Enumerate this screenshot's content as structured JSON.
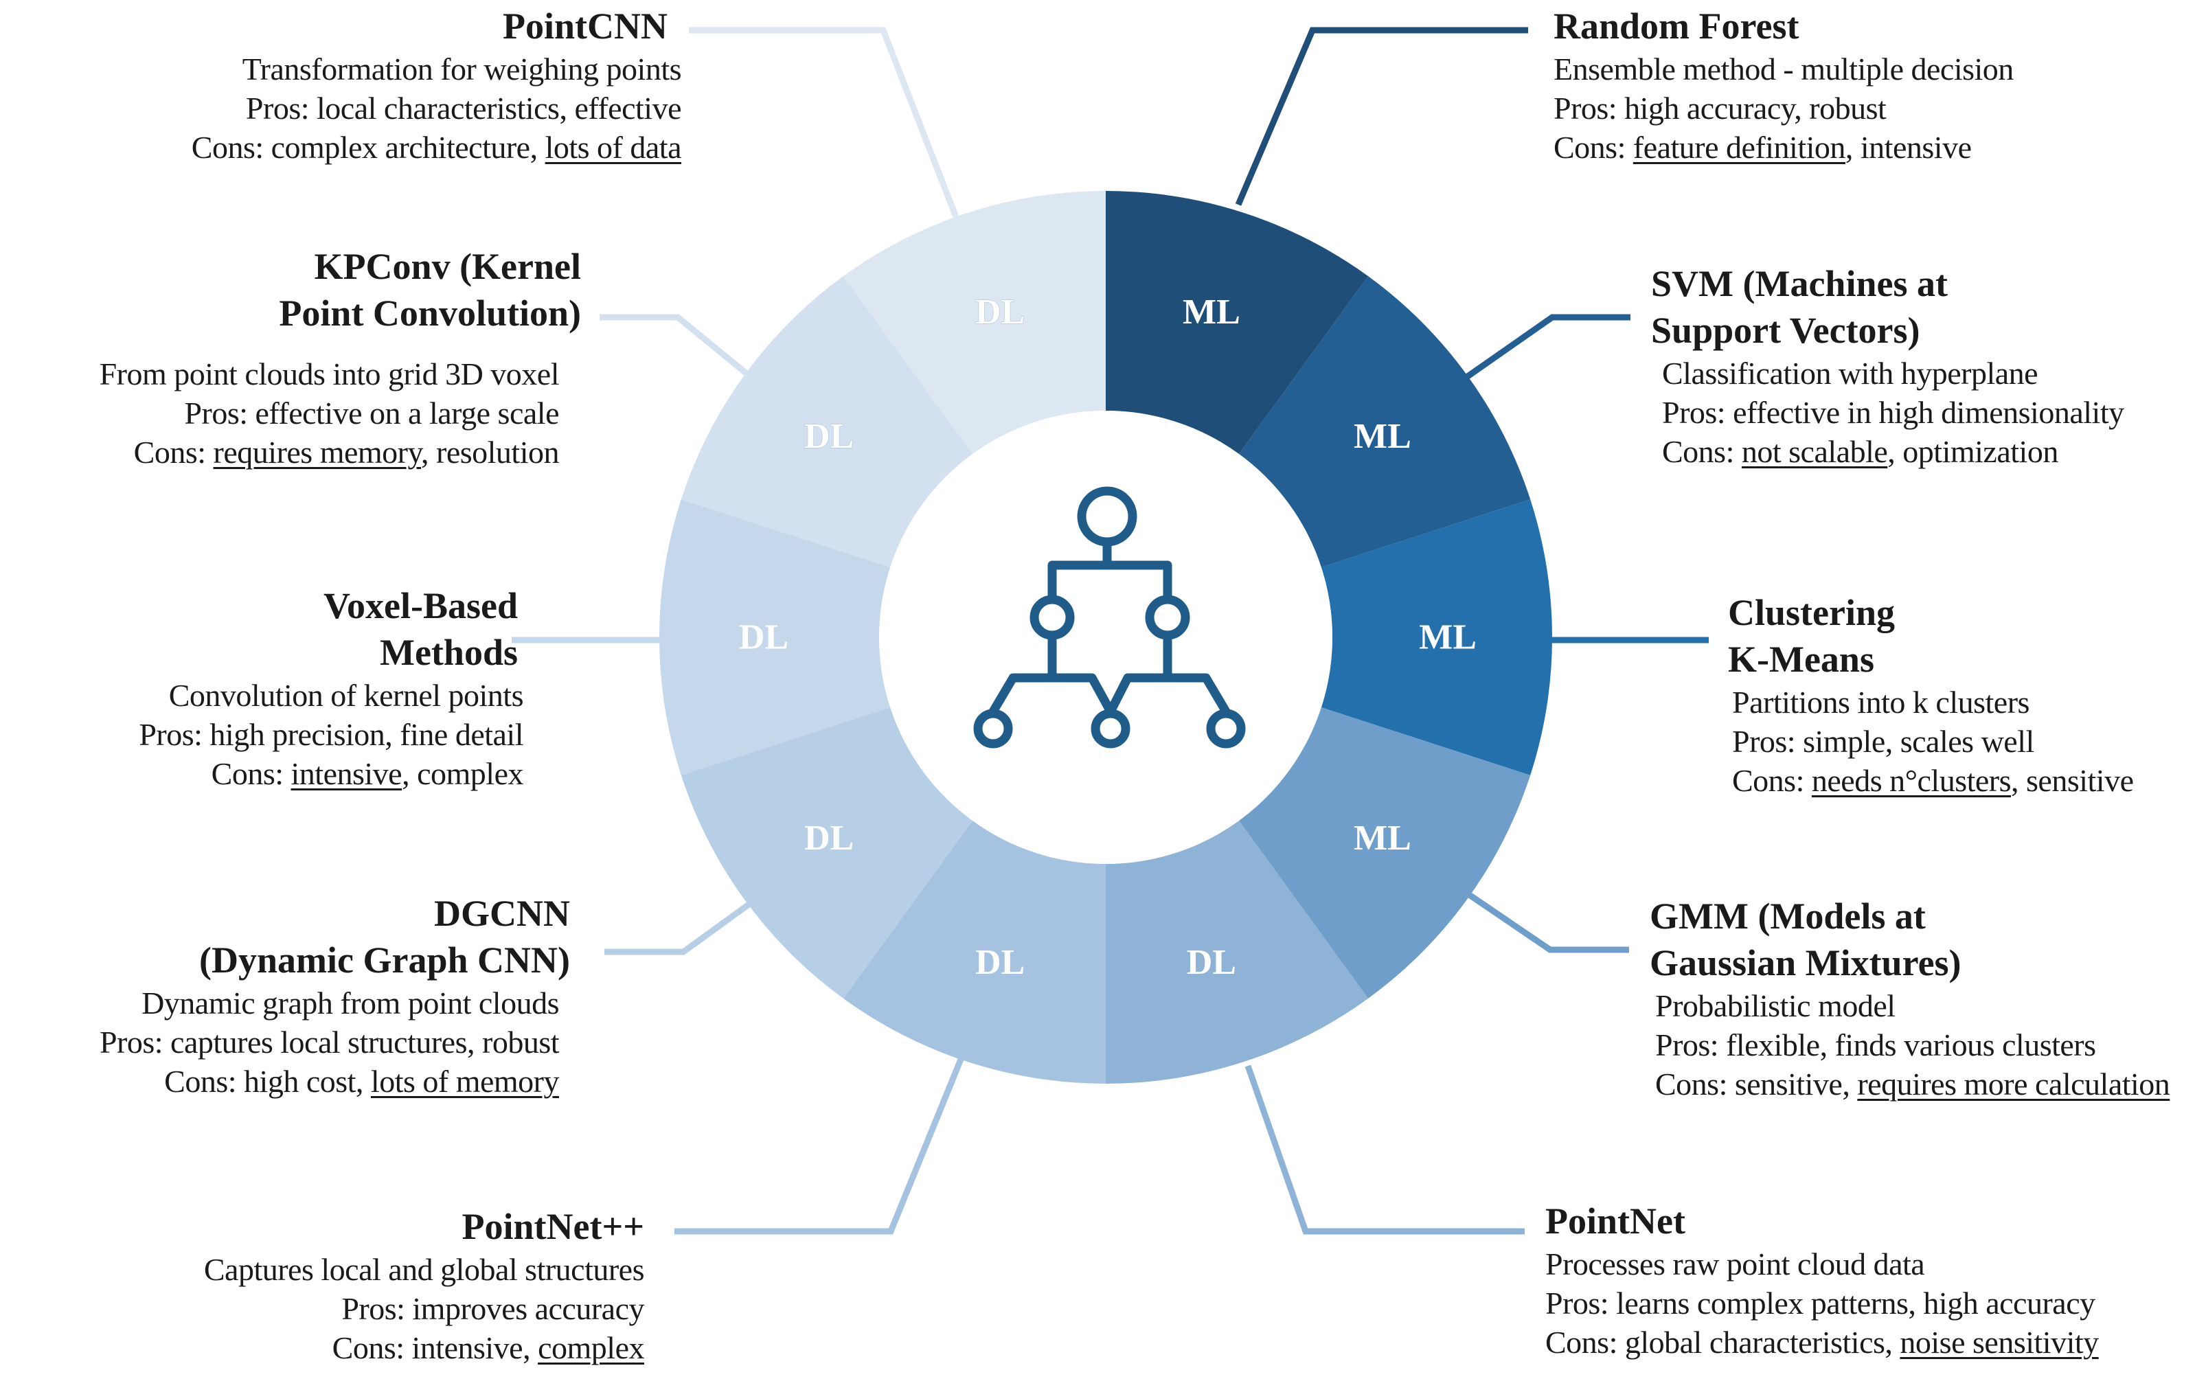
{
  "colors": {
    "ml_1": "#1f4e79",
    "ml_2": "#245f94",
    "ml_3": "#2470ad",
    "ml_4": "#6f9ecb",
    "dl_1": "#8eb3d7",
    "dl_2": "#a5c3e0",
    "dl_3": "#b6cfe6",
    "dl_4": "#c5d7ea",
    "dl_5": "#d2e0ef",
    "dl_6": "#dde7f2",
    "center_icon": "#1f5c8a",
    "background": "#ffffff"
  },
  "center": {
    "icon": "hierarchy-network-icon"
  },
  "segments": [
    {
      "label": "ML",
      "color_key": "ml_1"
    },
    {
      "label": "ML",
      "color_key": "ml_2"
    },
    {
      "label": "ML",
      "color_key": "ml_3"
    },
    {
      "label": "ML",
      "color_key": "ml_4"
    },
    {
      "label": "DL",
      "color_key": "dl_1"
    },
    {
      "label": "DL",
      "color_key": "dl_2"
    },
    {
      "label": "DL",
      "color_key": "dl_3"
    },
    {
      "label": "DL",
      "color_key": "dl_4"
    },
    {
      "label": "DL",
      "color_key": "dl_5"
    },
    {
      "label": "DL",
      "color_key": "dl_6"
    }
  ],
  "methods": {
    "random_forest": {
      "title": "Random Forest",
      "desc": "Ensemble method - multiple decision",
      "pros": "Pros: high accuracy, robust",
      "cons_prefix": "Cons: ",
      "cons_underlined": "feature definition",
      "cons_suffix": ", intensive"
    },
    "svm": {
      "title_1": "SVM (Machines at",
      "title_2": "Support Vectors)",
      "desc": "Classification with hyperplane",
      "pros": "Pros: effective in high dimensionality",
      "cons_prefix": "Cons: ",
      "cons_underlined": "not scalable",
      "cons_suffix": ", optimization"
    },
    "kmeans": {
      "title_1": "Clustering",
      "title_2": "K-Means",
      "desc": "Partitions into k clusters",
      "pros": "Pros: simple, scales well",
      "cons_prefix": "Cons: ",
      "cons_underlined": "needs n°clusters",
      "cons_suffix": ", sensitive"
    },
    "gmm": {
      "title_1": "GMM (Models at",
      "title_2": "Gaussian Mixtures)",
      "desc": "Probabilistic model",
      "pros": "Pros: flexible, finds various clusters",
      "cons_prefix": "Cons: sensitive, ",
      "cons_underlined": "requires more calculation",
      "cons_suffix": ""
    },
    "pointnet": {
      "title": "PointNet",
      "desc": "Processes raw point cloud data",
      "pros": "Pros: learns complex patterns, high accuracy",
      "cons_prefix": "Cons: global characteristics, ",
      "cons_underlined": "noise sensitivity",
      "cons_suffix": ""
    },
    "pointnetpp": {
      "title": "PointNet++",
      "desc": "Captures local and global structures",
      "pros": "Pros: improves accuracy",
      "cons_prefix": "Cons: intensive, ",
      "cons_underlined": "complex",
      "cons_suffix": ""
    },
    "dgcnn": {
      "title_1": "DGCNN",
      "title_2": "(Dynamic Graph CNN)",
      "desc": "Dynamic graph from point clouds",
      "pros": "Pros: captures local structures, robust",
      "cons_prefix": "Cons: high cost, ",
      "cons_underlined": "lots of memory",
      "cons_suffix": ""
    },
    "voxel": {
      "title_1": "Voxel-Based",
      "title_2": "Methods",
      "desc": "Convolution of kernel points",
      "pros": "Pros: high precision, fine detail",
      "cons_prefix": "Cons: ",
      "cons_underlined": "intensive",
      "cons_suffix": ", complex"
    },
    "kpconv": {
      "title_1": "KPConv (Kernel",
      "title_2": "Point Convolution)",
      "desc": "From point clouds into grid 3D voxel",
      "pros": "Pros: effective on a large scale",
      "cons_prefix": "Cons: ",
      "cons_underlined": "requires memory",
      "cons_suffix": ", resolution"
    },
    "pointcnn": {
      "title": "PointCNN",
      "desc": "Transformation for weighing points",
      "pros": "Pros: local characteristics, effective",
      "cons_prefix": "Cons: complex architecture, ",
      "cons_underlined": "lots of data",
      "cons_suffix": ""
    }
  }
}
